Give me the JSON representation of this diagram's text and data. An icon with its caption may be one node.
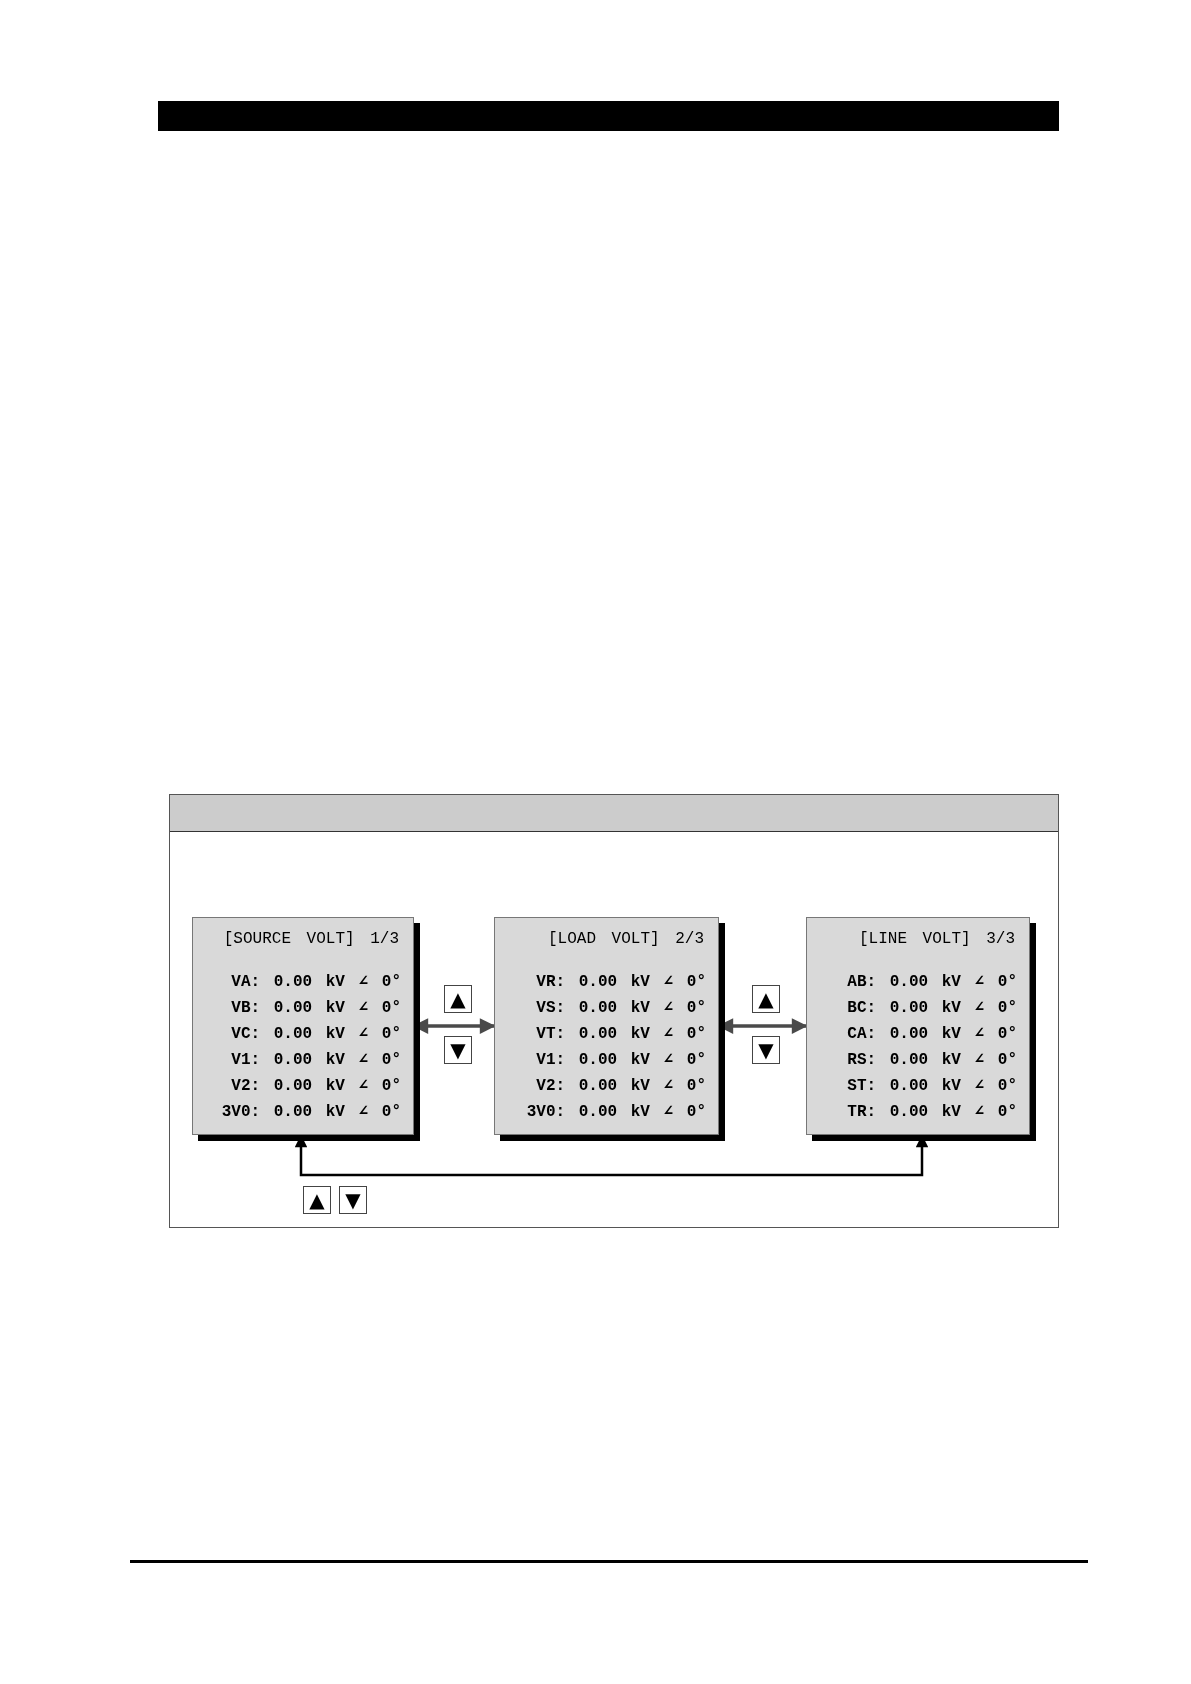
{
  "diagram": {
    "nodes": [
      {
        "text": [],
        "shape": "bar"
      },
      {
        "text": [
          "[SOURCE VOLT] 1/3",
          "VA: 0.00 kV ∠ 0°",
          "VB: 0.00 kV ∠ 0°",
          "VC: 0.00 kV ∠ 0°",
          "V1: 0.00 kV ∠ 0°",
          "V2: 0.00 kV ∠ 0°",
          "3V0: 0.00 kV ∠ 0°"
        ]
      },
      {
        "text": [
          "[LOAD VOLT] 2/3",
          "VR: 0.00 kV ∠ 0°",
          "VS: 0.00 kV ∠ 0°",
          "VT: 0.00 kV ∠ 0°",
          "V1: 0.00 kV ∠ 0°",
          "V2: 0.00 kV ∠ 0°",
          "3V0: 0.00 kV ∠ 0°"
        ]
      },
      {
        "text": [
          "[LINE VOLT] 3/3",
          "AB: 0.00 kV ∠ 0°",
          "BC: 0.00 kV ∠ 0°",
          "CA: 0.00 kV ∠ 0°",
          "RS: 0.00 kV ∠ 0°",
          "ST: 0.00 kV ∠ 0°",
          "TR: 0.00 kV ∠ 0°"
        ]
      }
    ],
    "edges": [
      {
        "from": 1,
        "to": 2,
        "arrow": "both"
      },
      {
        "from": 2,
        "to": 3,
        "arrow": "both"
      },
      {
        "from": 1,
        "to": 3,
        "arrow": "both",
        "color": "#000000"
      }
    ],
    "labels": [
      "▲",
      "▼",
      "▲",
      "▼",
      "▲",
      "▼"
    ]
  }
}
